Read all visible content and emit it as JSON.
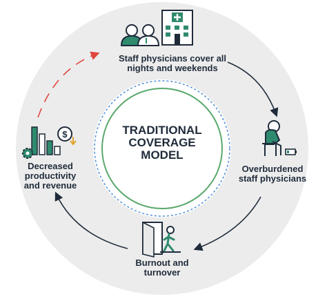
{
  "center": {
    "line1": "TRADITIONAL",
    "line2": "COVERAGE",
    "line3": "MODEL"
  },
  "stages": [
    {
      "line1": "Staff physicians cover all",
      "line2": "nights and weekends",
      "icon": "doctors-and-hospital-icon"
    },
    {
      "line1": "Overburdened",
      "line2": "staff physicians",
      "icon": "exhausted-physician-icon"
    },
    {
      "line1": "Burnout and",
      "line2": "turnover",
      "icon": "person-leaving-door-icon"
    },
    {
      "line1": "Decreased",
      "line2": "productivity",
      "line3": "and revenue",
      "icon": "declining-chart-dollar-icon"
    }
  ],
  "colors": {
    "outer_ring": "#ececec",
    "inner_green": "#5aa86c",
    "dashed_blue": "#4f8fd8",
    "arrow_dark": "#1f2b3a",
    "arrow_red": "#e0463e",
    "icon_green": "#2f8a6e",
    "text": "#1f2b3a"
  }
}
